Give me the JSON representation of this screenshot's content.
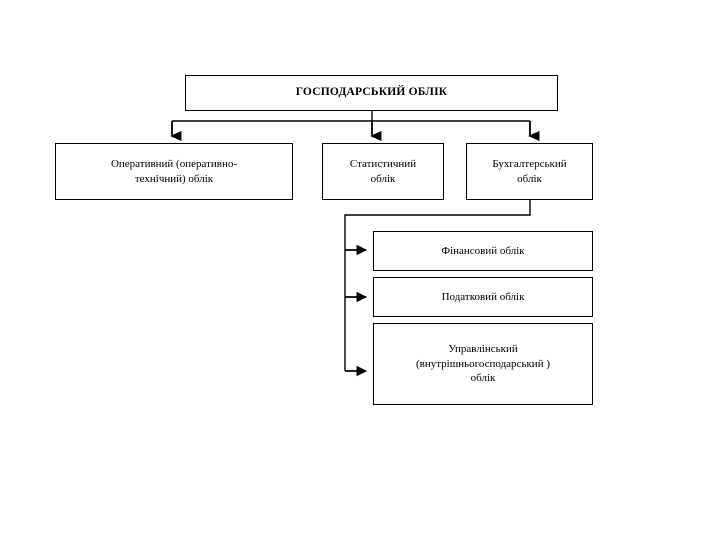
{
  "diagram": {
    "title_box": {
      "label": "ГОСПОДАРСЬКИЙ ОБЛІК"
    },
    "level2": [
      {
        "id": "operational",
        "label": "Оперативний (оперативно-\nтехнічний) облік"
      },
      {
        "id": "statistical",
        "label": "Статистичний\nоблік"
      },
      {
        "id": "accounting",
        "label": "Бухгалтерський\nоблік"
      }
    ],
    "level3": [
      {
        "id": "financial",
        "label": "Фінансовий облік"
      },
      {
        "id": "tax",
        "label": "Податковий облік"
      },
      {
        "id": "managerial",
        "label": "Управлінський\n(внутрішньогосподарський )\nоблік"
      }
    ],
    "colors": {
      "line": "#000000",
      "box_border": "#000000",
      "box_fill": "#ffffff",
      "text": "#000000",
      "page_background": "#ffffff"
    },
    "connectors": [
      {
        "name": "root-to-operational",
        "type": "arrow-down"
      },
      {
        "name": "root-to-statistical",
        "type": "arrow-down"
      },
      {
        "name": "root-to-accounting",
        "type": "arrow-down"
      },
      {
        "name": "accounting-to-financial",
        "type": "arrow-right"
      },
      {
        "name": "accounting-to-tax",
        "type": "arrow-right"
      },
      {
        "name": "accounting-to-managerial",
        "type": "arrow-right"
      }
    ]
  }
}
